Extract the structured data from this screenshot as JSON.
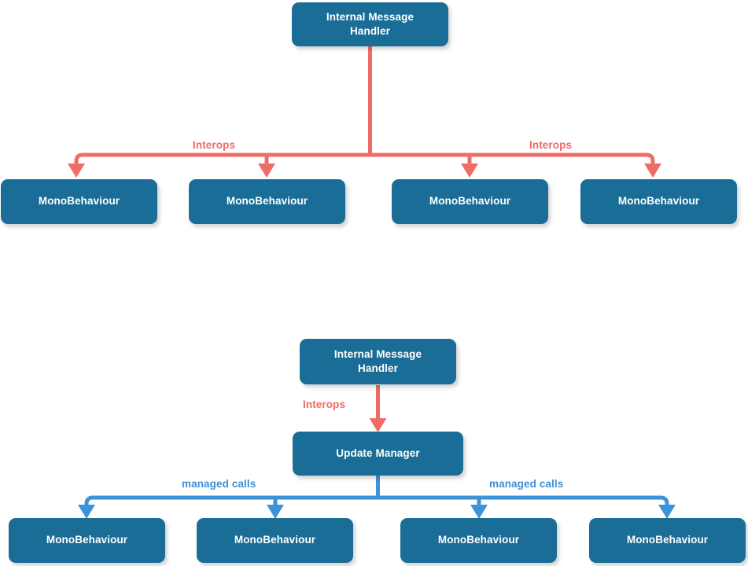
{
  "diagram": {
    "type": "flowchart",
    "background": "#ffffff",
    "colors": {
      "node_fill": "#1a6d96",
      "node_text": "#ffffff",
      "interops_arrow": "#ef6d66",
      "managed_calls_arrow": "#3d93d8",
      "interops_label": "#ee6a63",
      "managed_calls_label": "#3d8fd4"
    },
    "sections": [
      {
        "id": "direct-interop",
        "root": {
          "label": "Internal Message\nHandler"
        },
        "edge_labels": [
          {
            "text": "Interops",
            "color": "#ee6a63"
          },
          {
            "text": "Interops",
            "color": "#ee6a63"
          }
        ],
        "leaves": [
          {
            "label": "MonoBehaviour"
          },
          {
            "label": "MonoBehaviour"
          },
          {
            "label": "MonoBehaviour"
          },
          {
            "label": "MonoBehaviour"
          }
        ]
      },
      {
        "id": "update-manager",
        "root": {
          "label": "Internal Message\nHandler"
        },
        "middle": {
          "label": "Update Manager"
        },
        "edge_labels": [
          {
            "text": "Interops",
            "color": "#ee6a63"
          },
          {
            "text": "managed calls",
            "color": "#3d8fd4"
          },
          {
            "text": "managed calls",
            "color": "#3d8fd4"
          }
        ],
        "leaves": [
          {
            "label": "MonoBehaviour"
          },
          {
            "label": "MonoBehaviour"
          },
          {
            "label": "MonoBehaviour"
          },
          {
            "label": "MonoBehaviour"
          }
        ]
      }
    ]
  }
}
